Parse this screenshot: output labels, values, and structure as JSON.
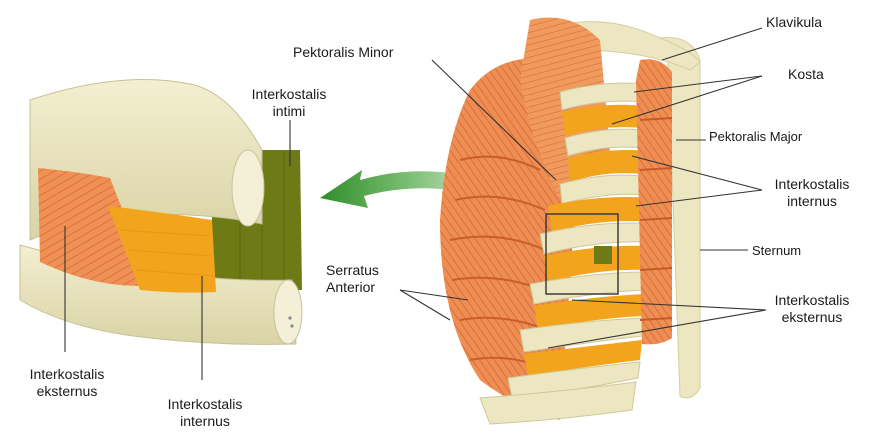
{
  "labels": {
    "interkostalis_intimi": [
      "Interkostalis",
      "intimi"
    ],
    "interkostalis_eksternus_left": [
      "Interkostalis",
      "eksternus"
    ],
    "interkostalis_internus_left": [
      "Interkostalis",
      "internus"
    ],
    "pektoralis_minor": "Pektoralis Minor",
    "serratus_anterior": [
      "Serratus",
      "Anterior"
    ],
    "klavikula": "Klavikula",
    "kosta": "Kosta",
    "pektoralis_major": "Pektoralis Major",
    "interkostalis_internus_right": [
      "Interkostalis",
      "internus"
    ],
    "sternum": "Sternum",
    "interkostalis_eksternus_right": [
      "Interkostalis",
      "eksternus"
    ]
  },
  "colors": {
    "bone": "#ece7c0",
    "bone_shade": "#d8d2a4",
    "muscle": "#ef9155",
    "muscle_dark": "#d86a34",
    "internus": "#f2a51c",
    "intimi": "#6e7a16",
    "arrow": "#3d9a33",
    "line": "#333333"
  }
}
